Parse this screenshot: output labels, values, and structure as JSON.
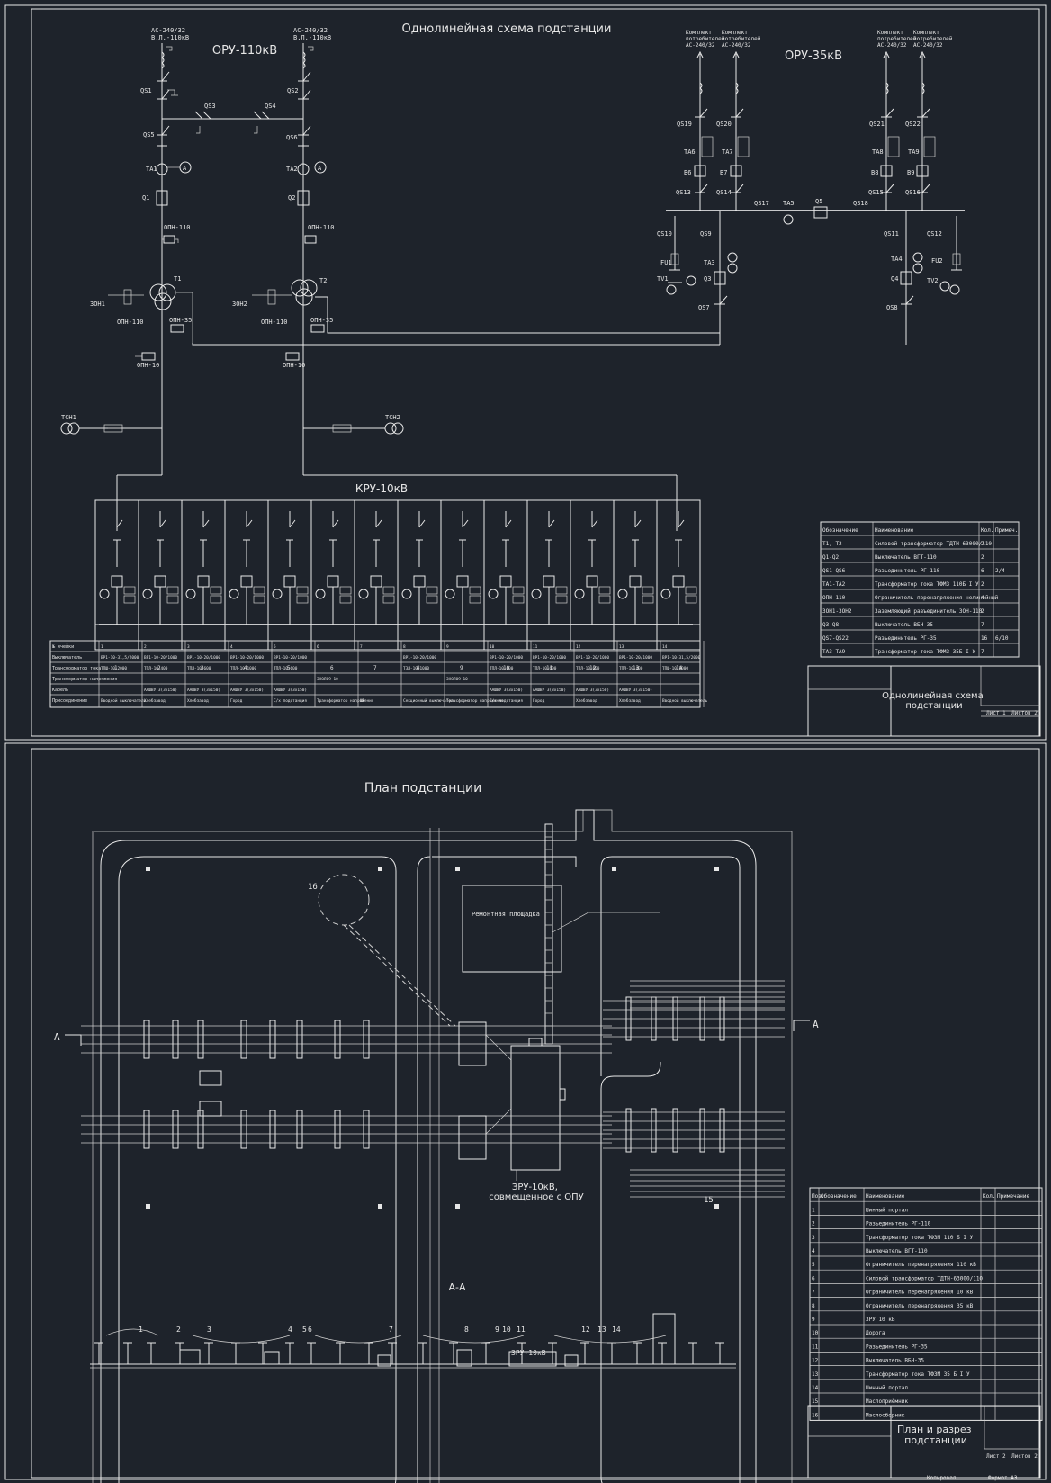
{
  "sheet1": {
    "title": "Однолинейная схема подстанции",
    "oru110": "ОРУ-110кВ",
    "oru35": "ОРУ-35кВ",
    "kru10": "КРУ-10кВ",
    "line110_wire": "АС-240/32",
    "line110_1": "В.Л.-110кВ",
    "line110_2": "В.Л.-110кВ",
    "line35_head": "Комплект\nпотребителей",
    "labels110": {
      "qs1": "QS1",
      "qs2": "QS2",
      "qs3": "QS3",
      "qs4": "QS4",
      "qs5": "QS5",
      "qs6": "QS6",
      "ta1": "TA1",
      "ta2": "TA2",
      "q1": "Q1",
      "q2": "Q2",
      "opn110": "ОПН-110",
      "t1": "T1",
      "t2": "T2",
      "zon1": "ЗОН1",
      "zon2": "ЗОН2",
      "opn35": "ОПН-35",
      "opn10": "ОПН-10",
      "tsn1": "ТСН1",
      "tsn2": "ТСН2"
    },
    "labels35": {
      "qs19": "QS19",
      "qs20": "QS20",
      "qs21": "QS21",
      "qs22": "QS22",
      "ta6": "TA6",
      "ta7": "TA7",
      "ta8": "TA8",
      "ta9": "TA9",
      "b6": "B6",
      "b7": "B7",
      "b8": "B8",
      "b9": "B9",
      "qs13": "QS13",
      "qs14": "QS14",
      "qs15": "QS15",
      "qs16": "QS16",
      "qs17": "QS17",
      "ta5": "TA5",
      "q5": "Q5",
      "qs18": "QS18",
      "qs10": "QS10",
      "qs9": "QS9",
      "qs11": "QS11",
      "qs12": "QS12",
      "fu1": "FU1",
      "fu2": "FU2",
      "ta3": "TA3",
      "ta4": "TA4",
      "tv1": "TV1",
      "tv2": "TV2",
      "q3": "Q3",
      "q4": "Q4",
      "qs7": "QS7",
      "qs8": "QS8"
    },
    "kru_cells": [
      "1",
      "2",
      "3",
      "4",
      "5",
      "6",
      "7",
      "8",
      "9",
      "10",
      "11",
      "12",
      "13",
      "14"
    ],
    "kru_rows": [
      {
        "h": "№ ячейки",
        "v": [
          "1",
          "2",
          "3",
          "4",
          "5",
          "6",
          "7",
          "8",
          "9",
          "10",
          "11",
          "12",
          "13",
          "14"
        ]
      },
      {
        "h": "Выключатель",
        "v": [
          "ВР1-10-31,5/2000",
          "ВР1-10-20/1000",
          "ВР1-10-20/1000",
          "ВР1-10-20/1000",
          "ВР1-10-20/1000",
          "",
          "",
          "ВР1-10-20/1000",
          "",
          "ВР1-10-20/1000",
          "ВР1-10-20/1000",
          "ВР1-10-20/1000",
          "ВР1-10-20/1000",
          "ВР1-10-31,5/2000"
        ]
      },
      {
        "h": "Трансформатор тока",
        "v": [
          "ТПШ-10-2000",
          "ТПЛ-10-400",
          "ТПЛ-10-600",
          "ТПЛ-10-1000",
          "ТПЛ-10-600",
          "",
          "",
          "ТЗЛ-10-1000",
          "",
          "ТПЛ-10-600",
          "ТПЛ-10-600",
          "ТПЛ-10-600",
          "ТПЛ-10-400",
          "ТПШ-10-2000"
        ]
      },
      {
        "h": "Трансформатор напряжения",
        "v": [
          "",
          "",
          "",
          "",
          "",
          "ЗНОЛ09-10",
          "",
          "",
          "ЗНОЛ09-10",
          "",
          "",
          "",
          "",
          ""
        ]
      },
      {
        "h": "Кабель",
        "v": [
          "",
          "ААШВУ 3(3х150)",
          "ААШВУ 3(3х150)",
          "ААШВУ 3(3х150)",
          "ААШВУ 3(3х150)",
          "",
          "",
          "",
          "",
          "ААШВУ 3(3х150)",
          "ААШВУ 3(3х150)",
          "ААШВУ 3(3х150)",
          "ААШВУ 3(3х150)",
          ""
        ]
      },
      {
        "h": "Присоединение",
        "v": [
          "Вводной выключатель",
          "Хлебзавод",
          "Хлебзавод",
          "Город",
          "С/х подстанция",
          "Трансформатор напряжения",
          "ШР",
          "Секционный выключатель",
          "Трансформатор напряжения",
          "С/х подстанция",
          "Город",
          "Хлебзавод",
          "Хлебзавод",
          "Вводной выключатель"
        ]
      }
    ],
    "spec_header": [
      "Обозначение",
      "Наименование",
      "Кол.",
      "Примеч."
    ],
    "spec_rows": [
      [
        "T1, T2",
        "Силовой трансформатор ТДТН-63000/110",
        "2",
        ""
      ],
      [
        "Q1-Q2",
        "Выключатель ВГТ-110",
        "2",
        ""
      ],
      [
        "QS1-QS6",
        "Разъединитель РГ-110",
        "6",
        "2/4"
      ],
      [
        "TA1-TA2",
        "Трансформатор тока ТФМЗ 110Б I У",
        "2",
        ""
      ],
      [
        "ОПН-110",
        "Ограничитель перенапряжения нелинейный",
        "4",
        ""
      ],
      [
        "ЗОН1-ЗОН2",
        "Заземляющий разъединитель ЗОН-110",
        "2",
        ""
      ],
      [
        "Q3-Q8",
        "Выключатель ВБН-35",
        "7",
        ""
      ],
      [
        "QS7-QS22",
        "Разъединитель РГ-35",
        "16",
        "6/10"
      ],
      [
        "TA3-TA9",
        "Трансформатор тока ТФМЗ 35Б I У",
        "7",
        ""
      ]
    ],
    "stamp_title": "Однолинейная схема\nподстанции",
    "stamp_sheet": "Лист 1",
    "stamp_sheets": "Листов 2"
  },
  "sheet2": {
    "title": "План подстанции",
    "repair": "Ремонтная площадка",
    "zru": "ЗРУ-10кВ,\nсовмещенное с ОПУ",
    "section": "А-А",
    "section_mark": "А",
    "circle_num": "16",
    "num15": "15",
    "zru_label": "ЗРУ-10кВ",
    "section_nums": [
      "1",
      "2",
      "3",
      "4",
      "5",
      "6",
      "7",
      "8",
      "9",
      "10",
      "11",
      "12",
      "13",
      "14"
    ],
    "spec_header": [
      "Поз.",
      "Обозначение",
      "Наименование",
      "Кол.",
      "Примечание"
    ],
    "spec_rows": [
      [
        "1",
        "",
        "Шинный портал",
        "",
        ""
      ],
      [
        "2",
        "",
        "Разъединитель РГ-110",
        "",
        ""
      ],
      [
        "3",
        "",
        "Трансформатор тока ТФЗМ 110 Б I У",
        "",
        ""
      ],
      [
        "4",
        "",
        "Выключатель ВГТ-110",
        "",
        ""
      ],
      [
        "5",
        "",
        "Ограничитель перенапряжения 110 кВ",
        "",
        ""
      ],
      [
        "6",
        "",
        "Силовой трансформатор ТДТН-63000/110",
        "",
        ""
      ],
      [
        "7",
        "",
        "Ограничитель перенапряжения 10 кВ",
        "",
        ""
      ],
      [
        "8",
        "",
        "Ограничитель перенапряжения 35 кВ",
        "",
        ""
      ],
      [
        "9",
        "",
        "ЗРУ 10 кВ",
        "",
        ""
      ],
      [
        "10",
        "",
        "Дорога",
        "",
        ""
      ],
      [
        "11",
        "",
        "Разъединитель РГ-35",
        "",
        ""
      ],
      [
        "12",
        "",
        "Выключатель ВБН-35",
        "",
        ""
      ],
      [
        "13",
        "",
        "Трансформатор тока ТФЗМ 35 Б I У",
        "",
        ""
      ],
      [
        "14",
        "",
        "Шинный портал",
        "",
        ""
      ],
      [
        "15",
        "",
        "Маслоприёмник",
        "",
        ""
      ],
      [
        "16",
        "",
        "Маслосборник",
        "",
        ""
      ]
    ],
    "stamp_title": "План и разрез\nподстанции",
    "stamp_sheet": "Лист 2",
    "stamp_sheets": "Листов 2",
    "bottom_left": "Копировал",
    "bottom_right": "Формат  А3"
  }
}
